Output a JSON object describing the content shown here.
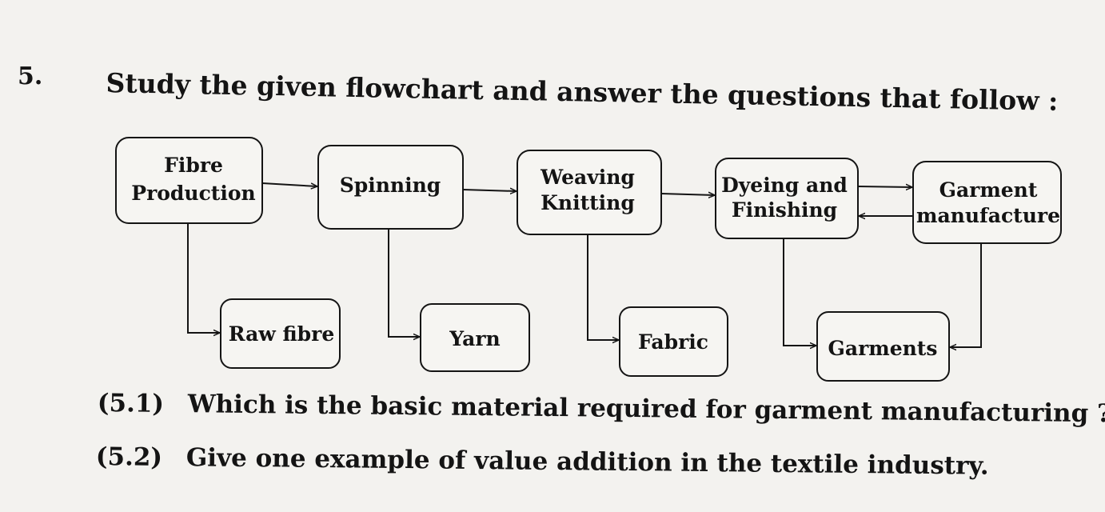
{
  "question": {
    "number": "5.",
    "prompt": "Study the given flowchart and answer the questions that follow :"
  },
  "flowchart": {
    "stages": [
      {
        "lines": [
          "Fibre",
          "Production"
        ]
      },
      {
        "lines": [
          "Spinning"
        ]
      },
      {
        "lines": [
          "Weaving",
          "Knitting"
        ]
      },
      {
        "lines": [
          "Dyeing and",
          "Finishing"
        ]
      },
      {
        "lines": [
          "Garment",
          "manufacture"
        ]
      }
    ],
    "outputs": [
      {
        "label": "Raw fibre"
      },
      {
        "label": "Yarn"
      },
      {
        "label": "Fabric"
      },
      {
        "label": "Garments"
      }
    ]
  },
  "subquestions": [
    {
      "label": "(5.1)",
      "text": "Which is the basic material required for garment manufacturing ?"
    },
    {
      "label": "(5.2)",
      "text": "Give one example of value addition in the textile industry."
    }
  ]
}
